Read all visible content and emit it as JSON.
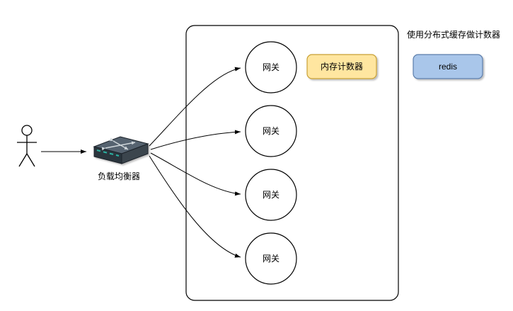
{
  "diagram": {
    "actor": {
      "name": "user-actor"
    },
    "load_balancer": {
      "label": "负载均衡器"
    },
    "gateways": [
      {
        "label": "网关"
      },
      {
        "label": "网关"
      },
      {
        "label": "网关"
      },
      {
        "label": "网关"
      }
    ],
    "memory_counter": {
      "label": "内存计数器"
    },
    "note": {
      "text": "使用分布式缓存做计数器"
    },
    "redis": {
      "label": "redis"
    },
    "colors": {
      "memory_counter_fill": "#ffe6a0",
      "memory_counter_border": "#c8a035",
      "redis_fill": "#a9c6ea",
      "redis_border": "#5b7daa",
      "line": "#000000",
      "switch_top": "#56646f",
      "switch_front": "#2b343c",
      "switch_side": "#3a444d",
      "switch_accent": "#2bb3a3"
    }
  }
}
